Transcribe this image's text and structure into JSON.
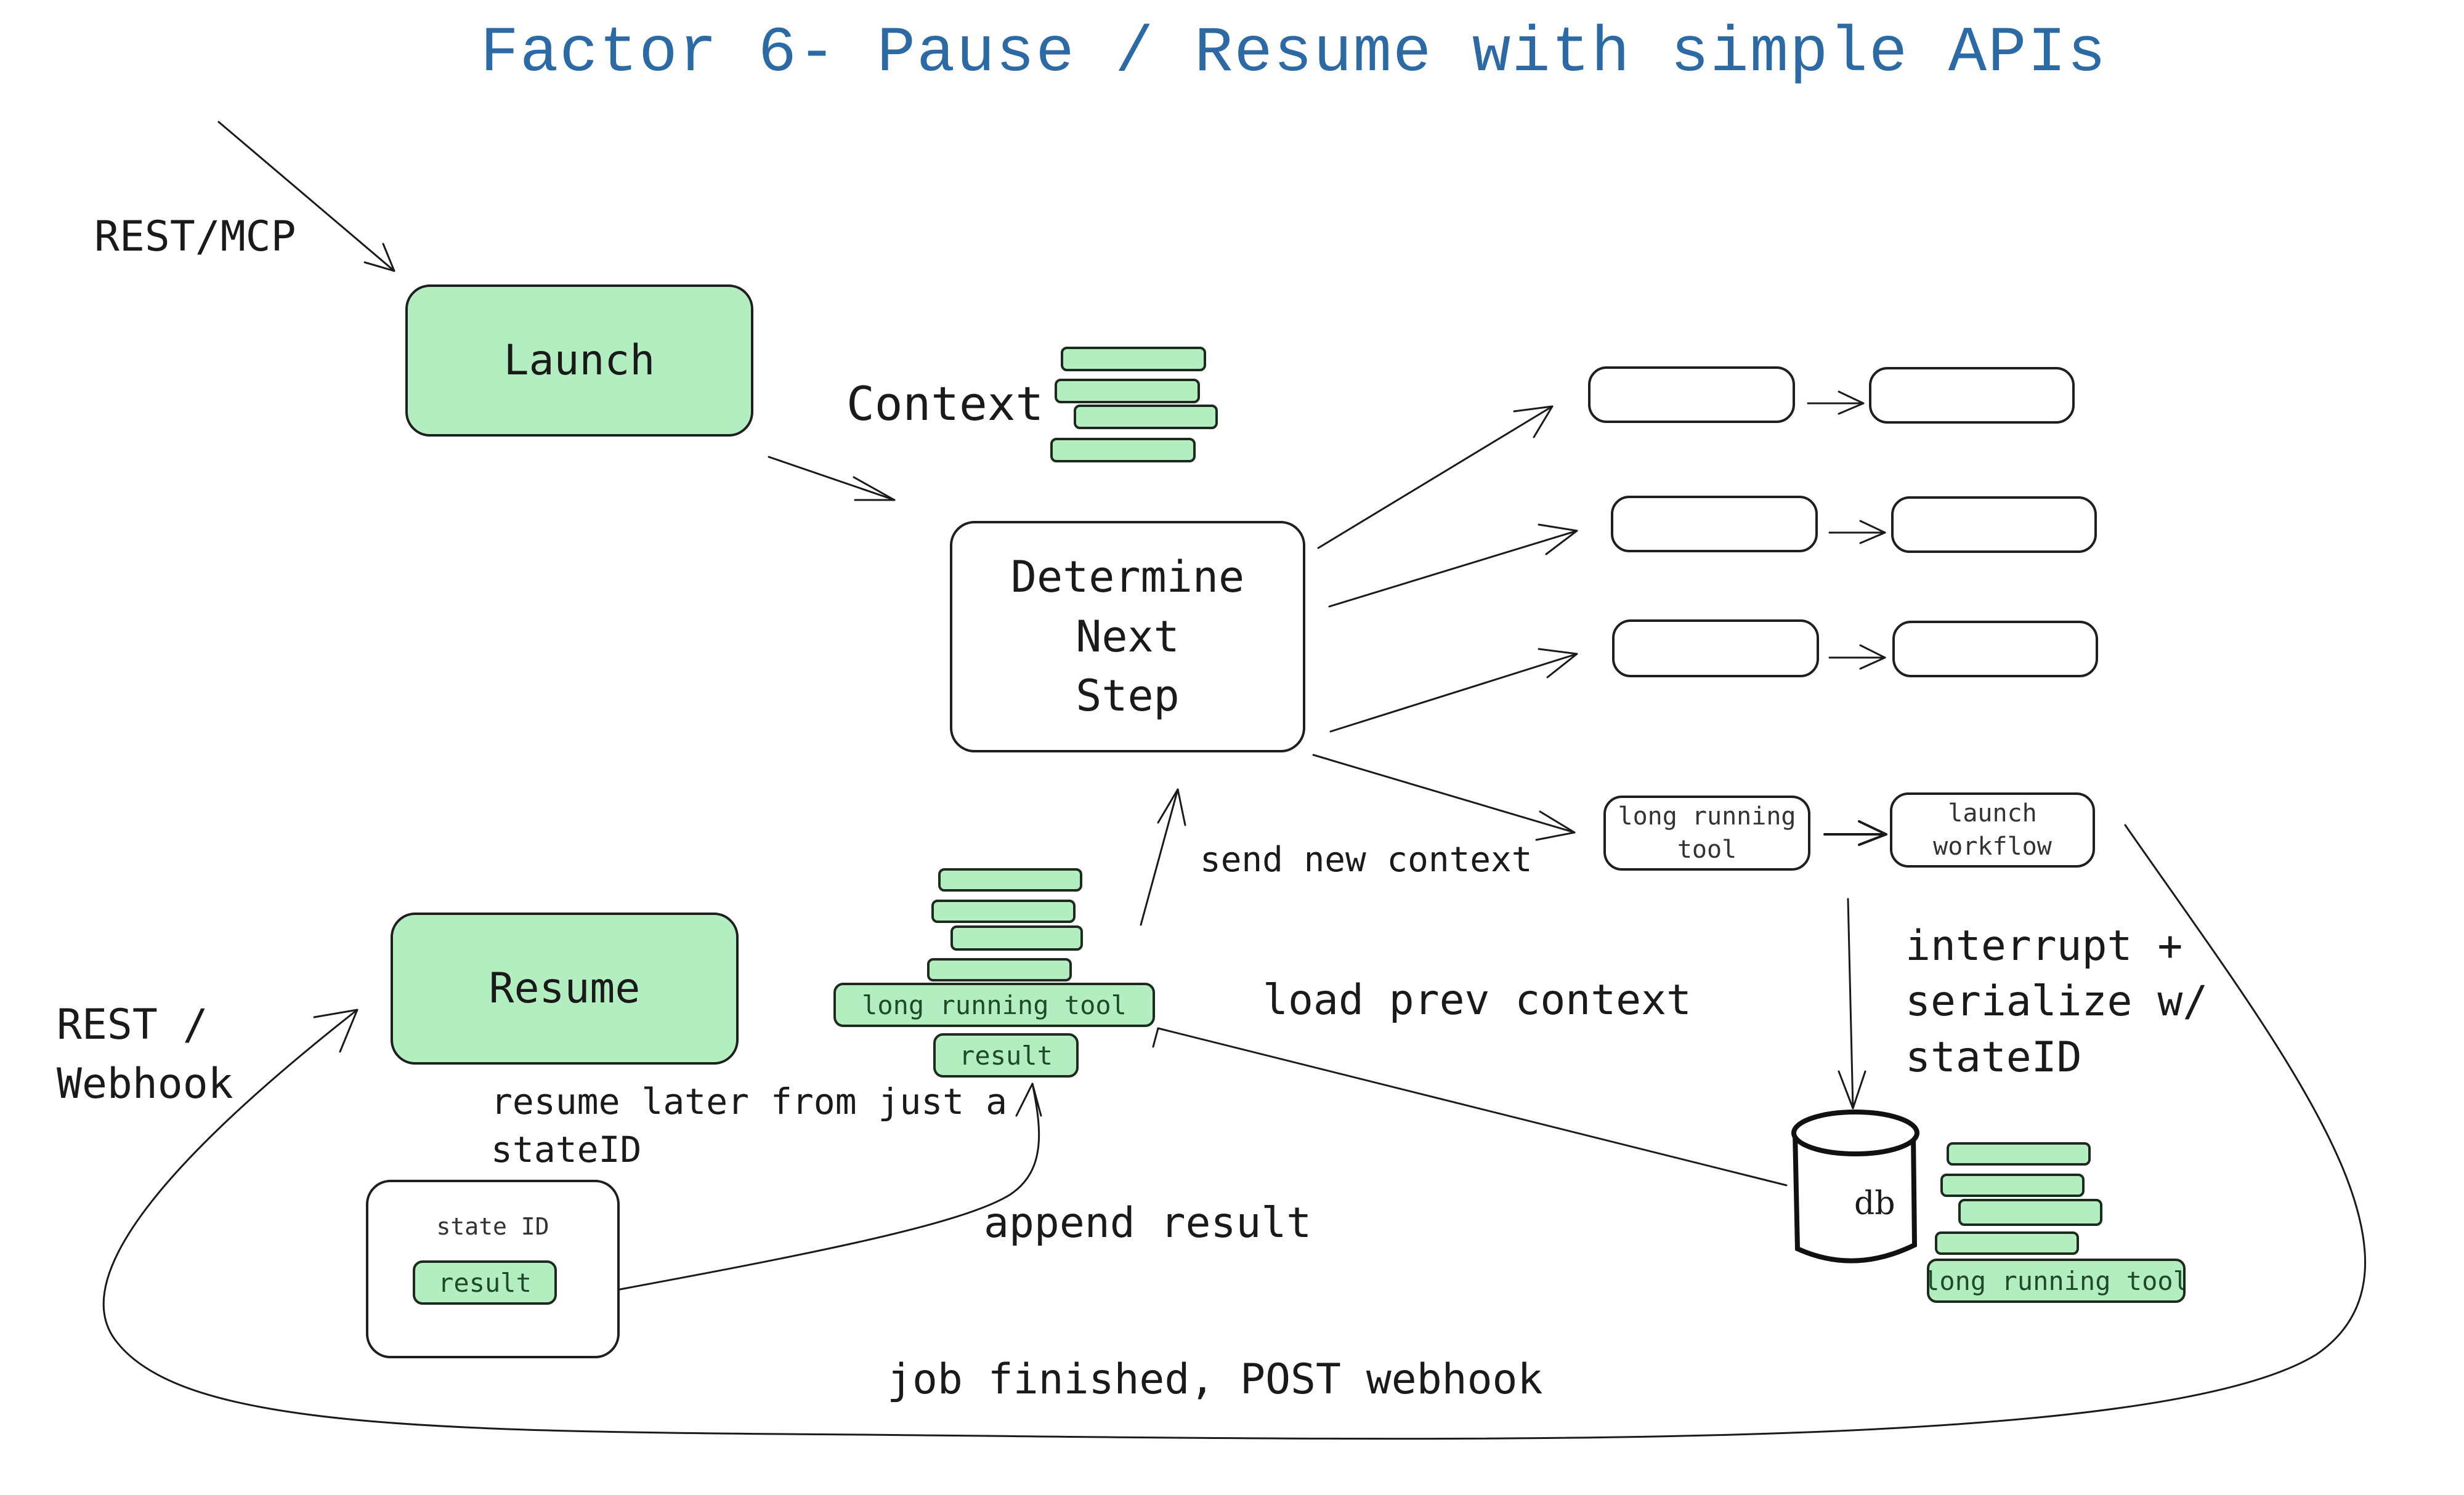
{
  "title": "Factor 6- Pause / Resume with simple APIs",
  "entry_labels": {
    "rest_mcp": "REST/MCP",
    "rest_webhook_line1": "REST /",
    "rest_webhook_line2": "Webhook"
  },
  "nodes": {
    "launch": "Launch",
    "resume": "Resume",
    "determine_next_step": [
      "Determine",
      "Next",
      "Step"
    ],
    "long_running_tool": [
      "long running",
      "tool"
    ],
    "launch_workflow": [
      "launch",
      "workflow"
    ],
    "db": "db",
    "state_box": {
      "title": "state ID",
      "chip": "result"
    }
  },
  "context_stack": {
    "label": "Context",
    "chip_count": 4
  },
  "resume_stack": {
    "tool_chip": "long running tool",
    "result_chip": "result",
    "plain_chip_count": 4
  },
  "db_stack": {
    "tool_chip": "long running tool",
    "plain_chip_count": 4
  },
  "branch_rows": [
    {
      "from": "",
      "to": ""
    },
    {
      "from": "",
      "to": ""
    },
    {
      "from": "",
      "to": ""
    }
  ],
  "edge_labels": {
    "send_new_context": "send new context",
    "load_prev_context": "load prev context",
    "interrupt_line1": "interrupt +",
    "interrupt_line2": "serialize w/",
    "interrupt_line3": "stateID",
    "resume_later_line1": "resume later from just a",
    "resume_later_line2": "stateID",
    "append_result": "append result",
    "job_finished": "job finished, POST webhook"
  },
  "colors": {
    "title": "#2c6aa6",
    "node_green": "#b3eec0",
    "stroke": "#1a1a1a"
  }
}
